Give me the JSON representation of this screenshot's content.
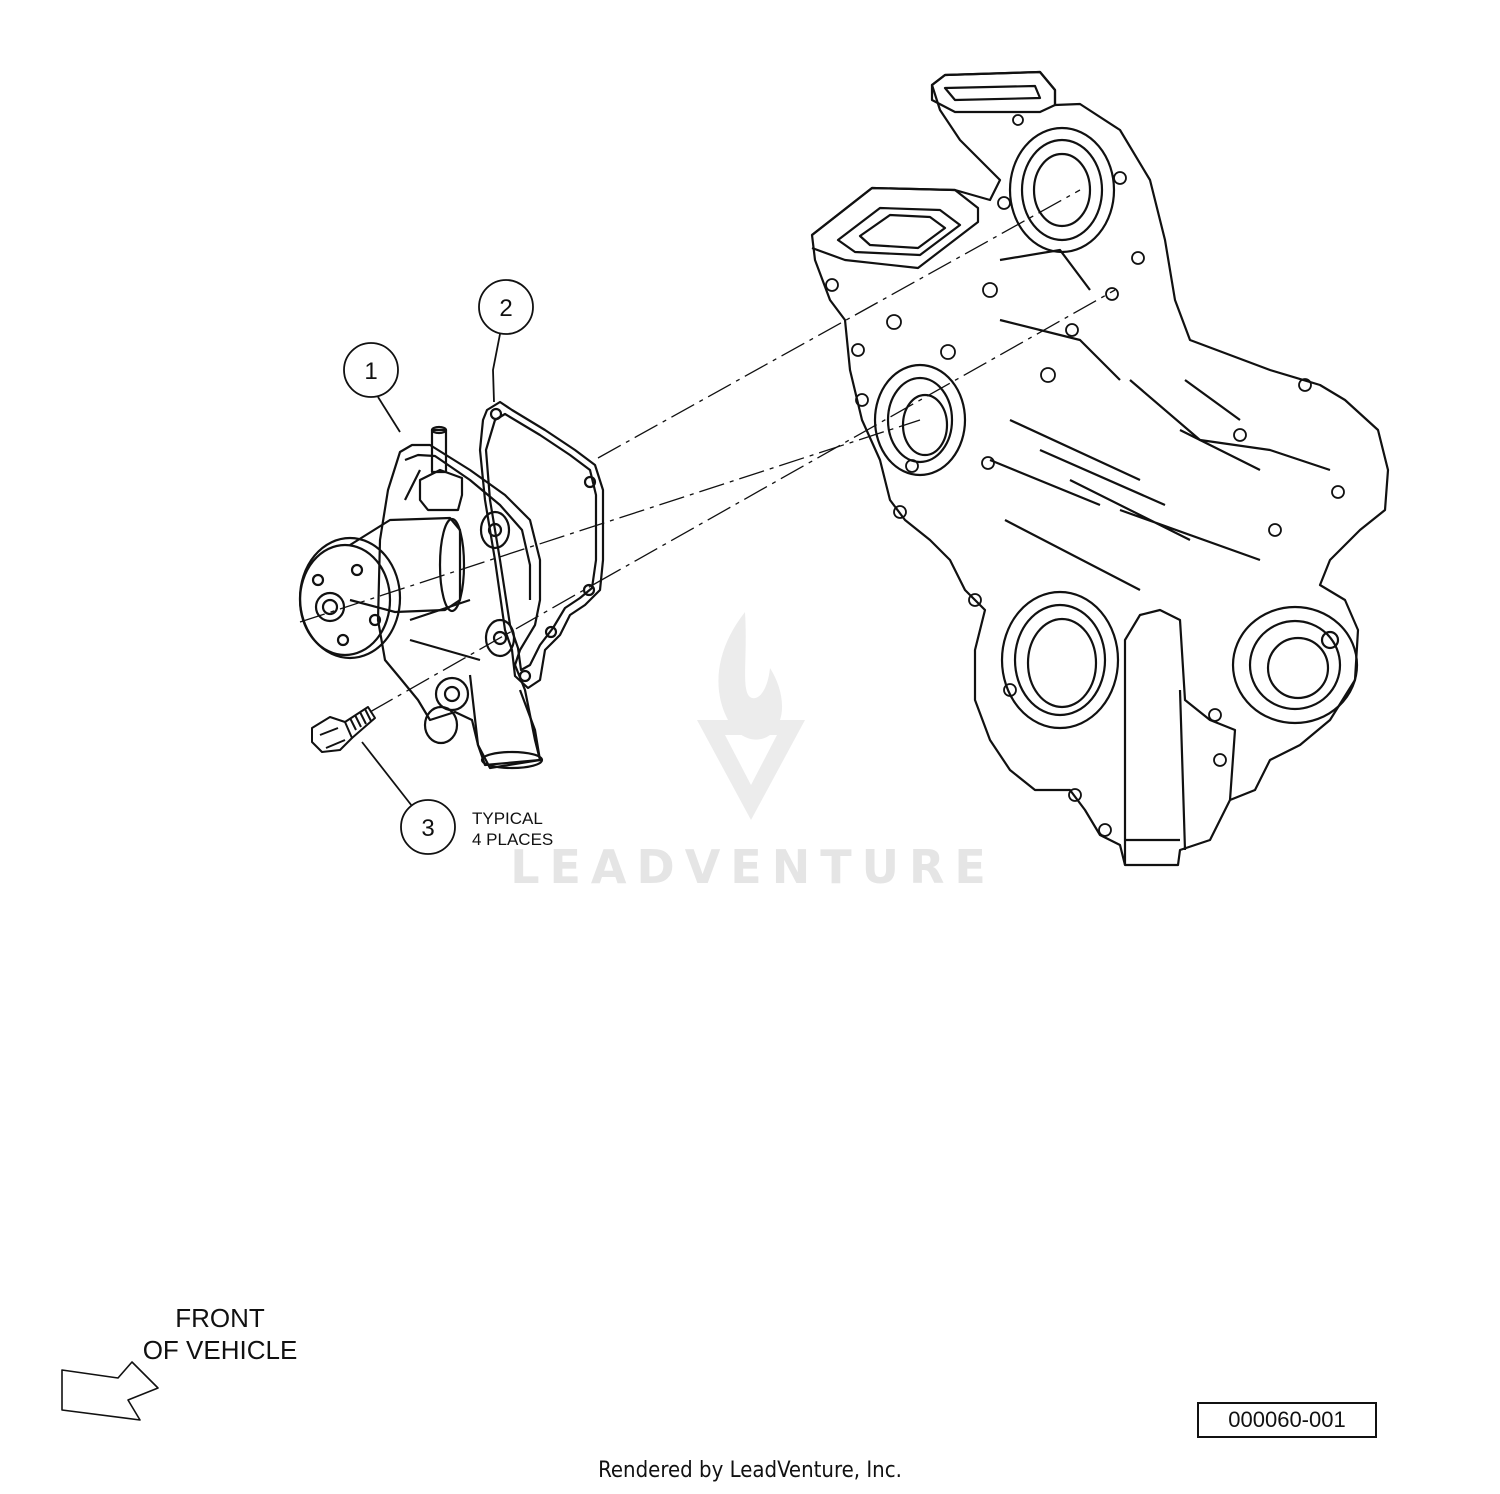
{
  "diagram": {
    "callouts": [
      {
        "id": "1",
        "label": "1"
      },
      {
        "id": "2",
        "label": "2"
      },
      {
        "id": "3",
        "label": "3"
      }
    ],
    "note_line1": "TYPICAL",
    "note_line2": "4 PLACES",
    "front_line1": "FRONT",
    "front_line2": "OF VEHICLE",
    "reference_number": "000060-001",
    "watermark": "LEADVENTURE",
    "footer": "Rendered by LeadVenture, Inc."
  },
  "colors": {
    "line": "#111111",
    "watermark": "#e5e5e5"
  }
}
